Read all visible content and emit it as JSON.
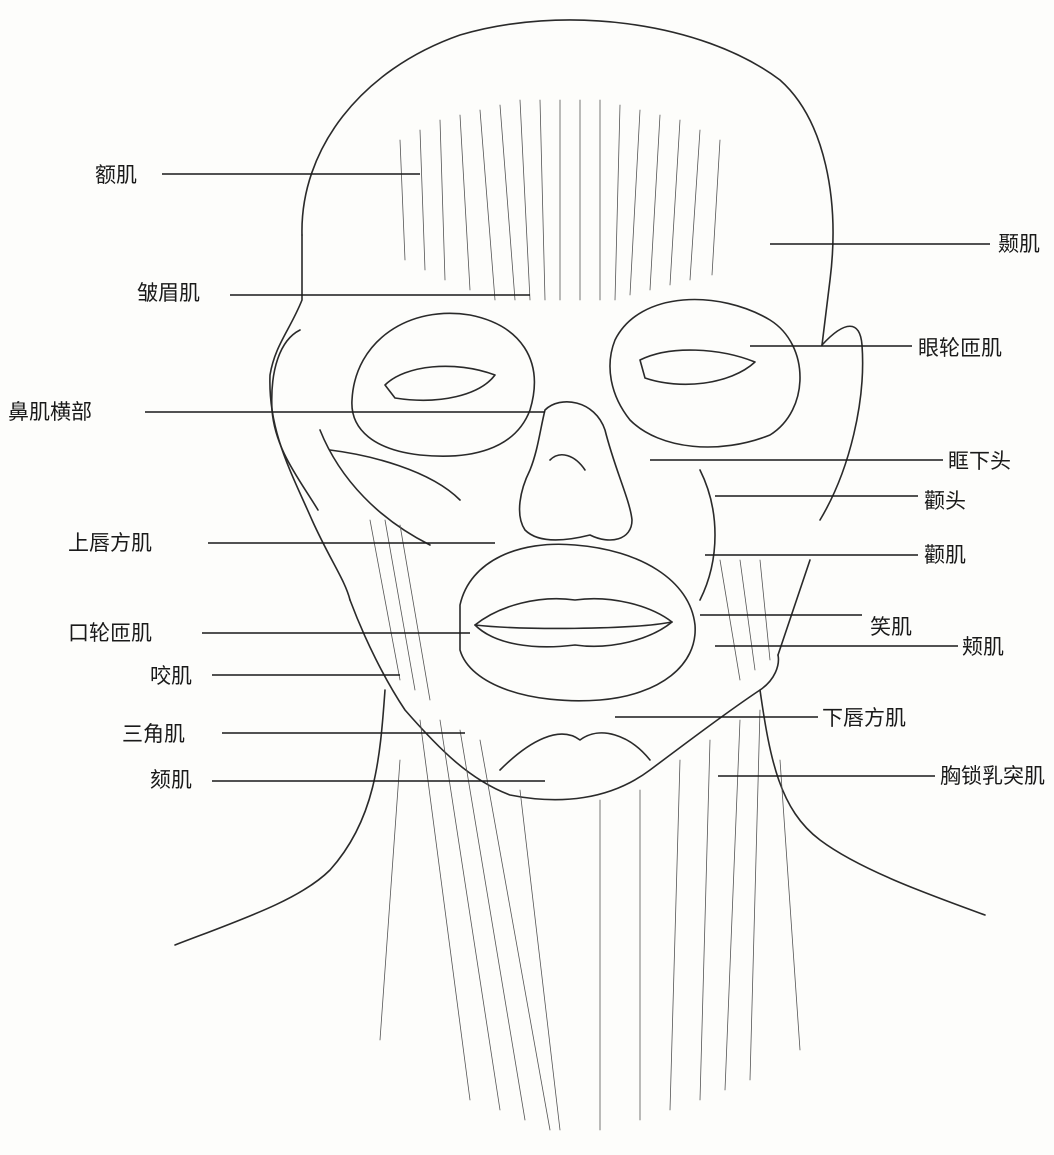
{
  "labels": {
    "left": [
      {
        "id": "frontalis",
        "text": "额肌"
      },
      {
        "id": "corrugator",
        "text": "皱眉肌"
      },
      {
        "id": "nasalis",
        "text": "鼻肌横部"
      },
      {
        "id": "quadratus-labii-sup",
        "text": "上唇方肌"
      },
      {
        "id": "orbicularis-oris",
        "text": "口轮匝肌"
      },
      {
        "id": "masseter",
        "text": "咬肌"
      },
      {
        "id": "triangularis",
        "text": "三角肌"
      },
      {
        "id": "mentalis",
        "text": "颏肌"
      }
    ],
    "right": [
      {
        "id": "temporalis",
        "text": "颞肌"
      },
      {
        "id": "orbicularis-oculi",
        "text": "眼轮匝肌"
      },
      {
        "id": "infraorbital-head",
        "text": "眶下头"
      },
      {
        "id": "zygomatic-head",
        "text": "颧头"
      },
      {
        "id": "zygomaticus",
        "text": "颧肌"
      },
      {
        "id": "risorius",
        "text": "笑肌"
      },
      {
        "id": "buccinator",
        "text": "颊肌"
      },
      {
        "id": "quadratus-labii-inf",
        "text": "下唇方肌"
      },
      {
        "id": "sternocleidomastoid",
        "text": "胸锁乳突肌"
      }
    ]
  }
}
